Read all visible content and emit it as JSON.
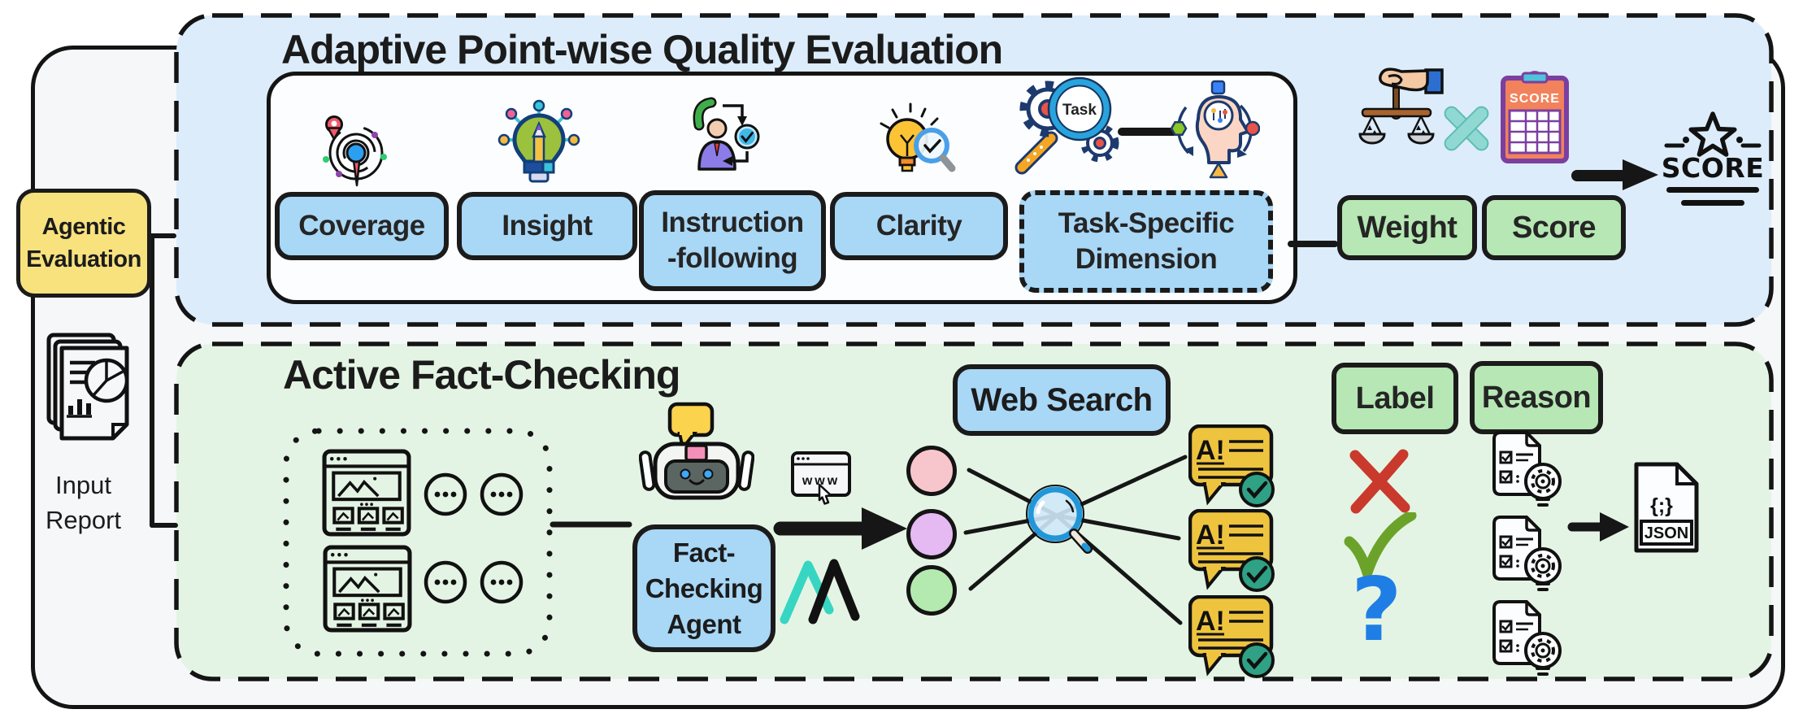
{
  "figure": {
    "root_label_line1": "Agentic",
    "root_label_line2": "Evaluation",
    "input_line1": "Input",
    "input_line2": "Report"
  },
  "quality": {
    "title": "Adaptive Point-wise Quality Evaluation",
    "dim1": "Coverage",
    "dim2": "Insight",
    "dim3_line1": "Instruction",
    "dim3_line2": "-following",
    "dim4": "Clarity",
    "dim5_line1": "Task-Specific",
    "dim5_line2": "Dimension",
    "task_lens_text": "Task",
    "weight_label": "Weight",
    "score_label": "Score",
    "scorecard_text": "SCORE",
    "score_stamp_text": "SCORE"
  },
  "fact": {
    "title": "Active Fact-Checking",
    "agent_line1": "Fact-",
    "agent_line2": "Checking",
    "agent_line3": "Agent",
    "www_text": "www",
    "web_search_label": "Web Search",
    "claim_tag": "A!",
    "label_box": "Label",
    "reason_box": "Reason",
    "question_mark": "?",
    "json_braces": "{;}",
    "json_label": "JSON"
  },
  "colors": {
    "panel_bg": "#f5f7f9",
    "quality_section_bg": "#dcecfa",
    "fact_section_bg": "#e4f4e4",
    "blue_pill": "#a9d7f6",
    "green_pill": "#b6e7b4",
    "root_yellow": "#f8e27e",
    "claim_bubble_yellow": "#eec43f",
    "check_badge_green": "#2fa184",
    "multiply_teal": "#90d9d3",
    "cross_red": "#c93a2c",
    "check_green": "#6ba32a",
    "question_blue": "#1e7ee6",
    "claim_dot_pink": "#f7c6cc",
    "claim_dot_purple": "#e5baf2",
    "claim_dot_green": "#b4eaaf"
  },
  "icons": {
    "input": "report-document-icon",
    "dim1": "radar-coverage-icon",
    "dim2": "lightbulb-insight-icon",
    "dim3": "person-call-check-icon",
    "dim4": "bulb-magnifier-icon",
    "dim5": "task-gears-magnifier-icon",
    "adaptive": "adaptive-mind-icon",
    "weighting": "hand-scales-icon",
    "multiply": "multiply-icon",
    "scorecard": "scorecard-icon",
    "stamp": "score-star-stamp-icon",
    "webpage": "webpage-icon",
    "more": "ellipsis-icon",
    "agent": "robot-agent-icon",
    "www": "www-browser-icon",
    "search_logo": "double-chevron-logo-icon",
    "magnifier": "web-search-magnifier-icon",
    "claim_note": "claim-note-check-icon",
    "label_false": "red-cross-icon",
    "label_true": "green-check-icon",
    "label_unverified": "question-mark-icon",
    "reason_doc": "reasoning-document-icon",
    "json": "json-file-icon"
  }
}
